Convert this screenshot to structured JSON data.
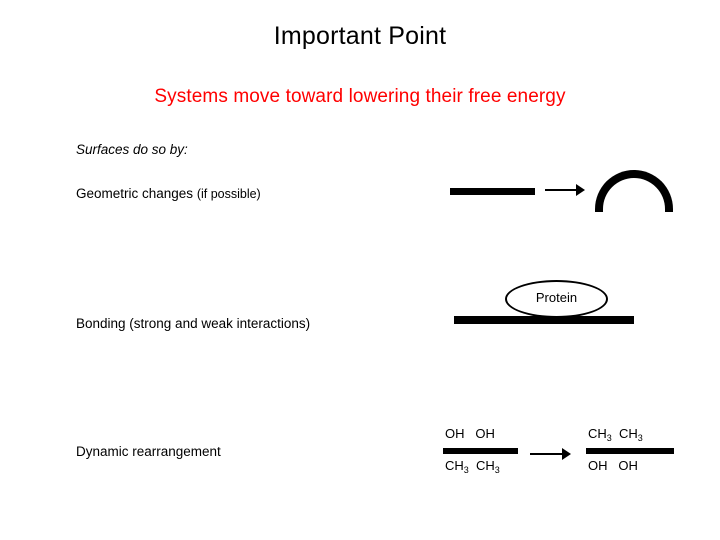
{
  "slide": {
    "title": "Important Point",
    "subtitle": "Systems move toward lowering their free energy",
    "subtitle_color": "#ff0000",
    "lead": "Surfaces do so by:",
    "bullets": [
      {
        "main": "Geometric changes ",
        "suffix": "(if possible)"
      },
      {
        "main": "Bonding (strong and weak interactions)",
        "suffix": ""
      },
      {
        "main": "Dynamic rearrangement",
        "suffix": ""
      }
    ]
  },
  "figures": {
    "geometric": {
      "arrow": "right-arrow",
      "flat_bar": "flat-surface",
      "dome": "curved-surface"
    },
    "bonding": {
      "label": "Protein",
      "surface": "flat-surface"
    },
    "rearrangement": {
      "left_top": "OH   OH",
      "left_bottom": "CH3  CH3",
      "right_top": "CH3  CH3",
      "right_bottom": "OH   OH",
      "left_top_parts": [
        "OH",
        "OH"
      ],
      "left_bottom_parts": [
        "CH",
        "3",
        "CH",
        "3"
      ],
      "right_top_parts": [
        "CH",
        "3",
        "CH",
        "3"
      ],
      "right_bottom_parts": [
        "OH",
        "OH"
      ],
      "arrow": "right-arrow"
    }
  }
}
